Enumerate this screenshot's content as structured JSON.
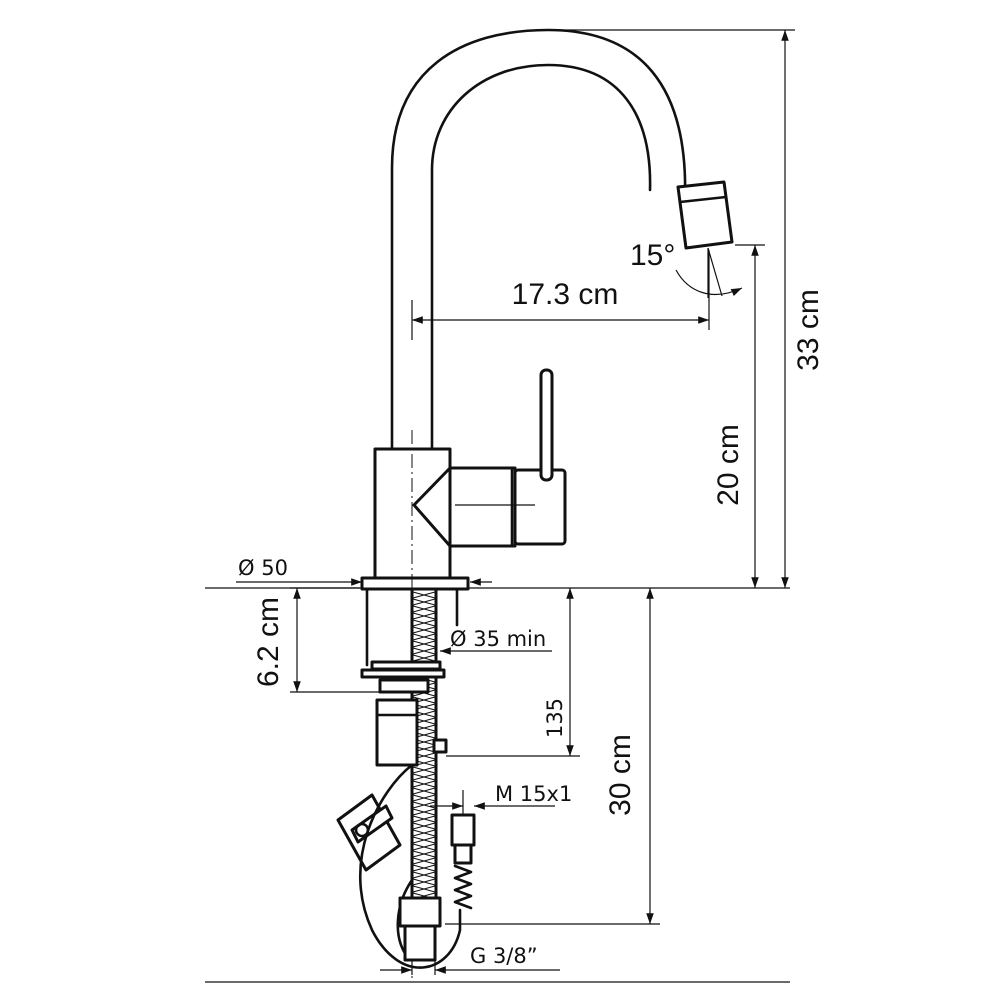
{
  "drawing": {
    "dimensions": {
      "total_height": "33 cm",
      "spout_height": "20 cm",
      "spout_reach": "17.3 cm",
      "spray_angle": "15°",
      "base_diameter": "Ø 50",
      "hole_diameter": "Ø 35 min",
      "shank_length": "6.2 cm",
      "shank_dim": "135",
      "hose_length": "30 cm",
      "hose_thread": "M 15x1",
      "connection": "G 3/8”"
    }
  }
}
